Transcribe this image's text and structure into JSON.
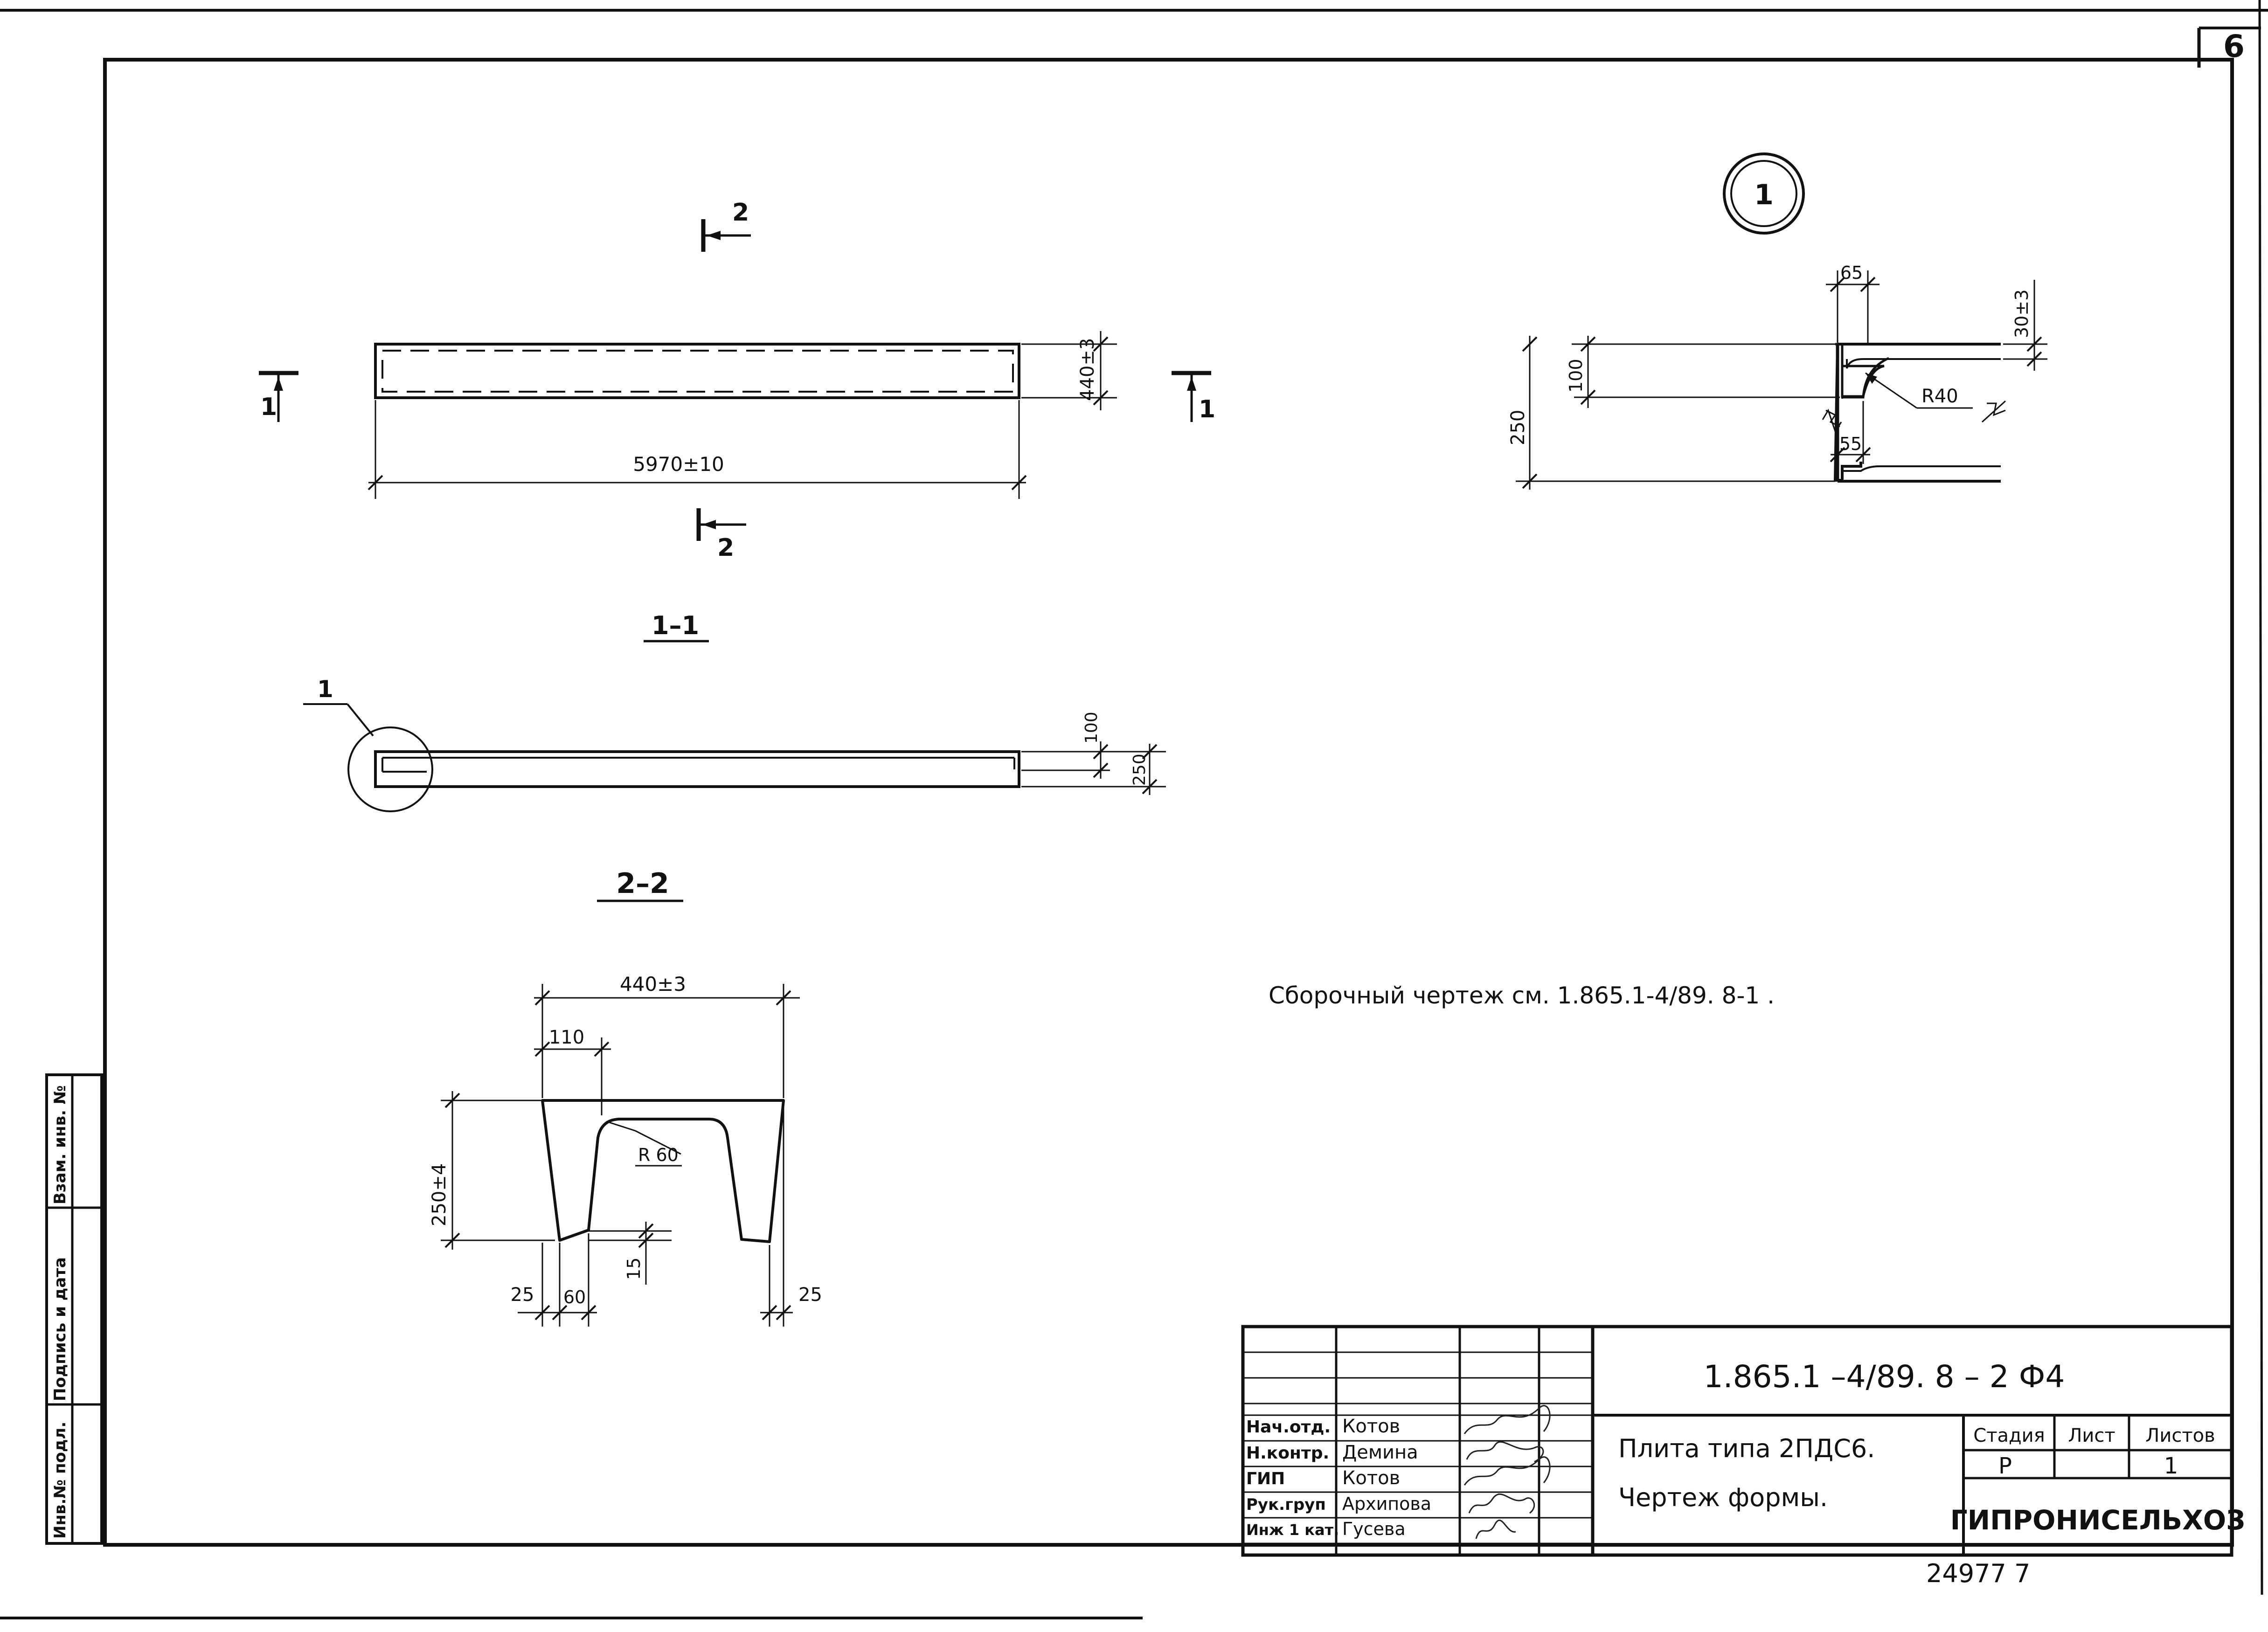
{
  "sheet": {
    "number": "6",
    "bottom_code": "24977 7"
  },
  "side_stamp": {
    "inv_podl": "Инв.№ подл.",
    "podpis_data": "Подпись и дата",
    "vzam_inv": "Взам. инв. №"
  },
  "plan_view": {
    "cut_2_label": "2",
    "cut_1_label": "1",
    "width_dim": "440±3",
    "length_dim": "5970±10"
  },
  "section_1_1": {
    "title": "1–1",
    "callout": "1",
    "dim_100": "100",
    "dim_250": "250"
  },
  "section_2_2": {
    "title": "2–2",
    "dim_top": "440±3",
    "dim_110": "110",
    "dim_radius": "R 60",
    "dim_height": "250±4",
    "dim_25_left": "25",
    "dim_60": "60",
    "dim_15": "15",
    "dim_25_right": "25"
  },
  "detail_1": {
    "marker": "1",
    "dim_65": "65",
    "dim_30": "30±3",
    "dim_100": "100",
    "dim_radius": "R40",
    "dim_250": "250",
    "dim_55": "55"
  },
  "note": "Сборочный чертеж см. 1.865.1-4/89. 8-1 .",
  "title_block": {
    "code": "1.865.1 –4/89. 8 – 2 Ф4",
    "title_line1": "Плита типа 2ПДС6.",
    "title_line2": "Чертеж формы.",
    "stage_header": "Стадия",
    "sheet_header": "Лист",
    "sheets_header": "Листов",
    "stage_value": "Р",
    "sheet_value": "",
    "sheets_value": "1",
    "organization": "ГИПРОНИСЕЛЬХОЗ",
    "rows": [
      {
        "role": "Нач.отд.",
        "name": "Котов"
      },
      {
        "role": "Н.контр.",
        "name": "Демина"
      },
      {
        "role": "ГИП",
        "name": "Котов"
      },
      {
        "role": "Рук.груп",
        "name": "Архипова"
      },
      {
        "role": "Инж 1 кат.",
        "name": "Гусева"
      }
    ]
  }
}
